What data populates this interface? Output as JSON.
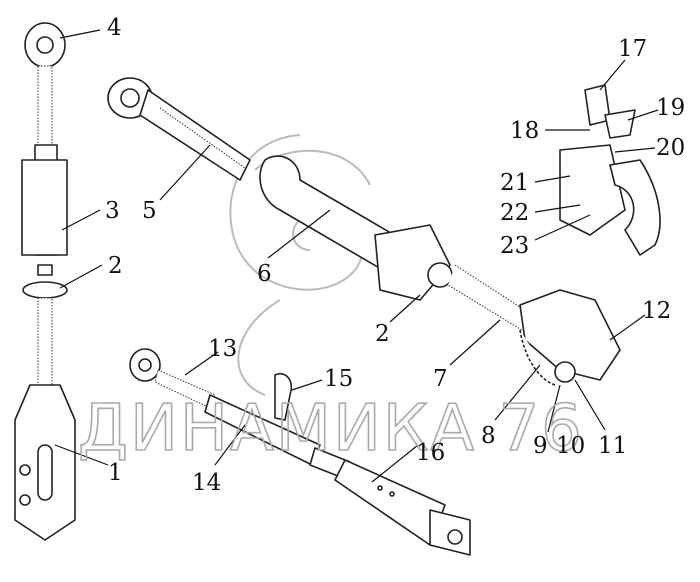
{
  "title": "Top link and lifting rod assembly parts diagram",
  "watermark": "ДИНАМИКА 76",
  "callouts": [
    "4",
    "3",
    "2",
    "1",
    "5",
    "6",
    "2",
    "7",
    "8",
    "9",
    "10",
    "11",
    "12",
    "13",
    "14",
    "15",
    "16",
    "17",
    "18",
    "19",
    "20",
    "21",
    "22",
    "23"
  ]
}
